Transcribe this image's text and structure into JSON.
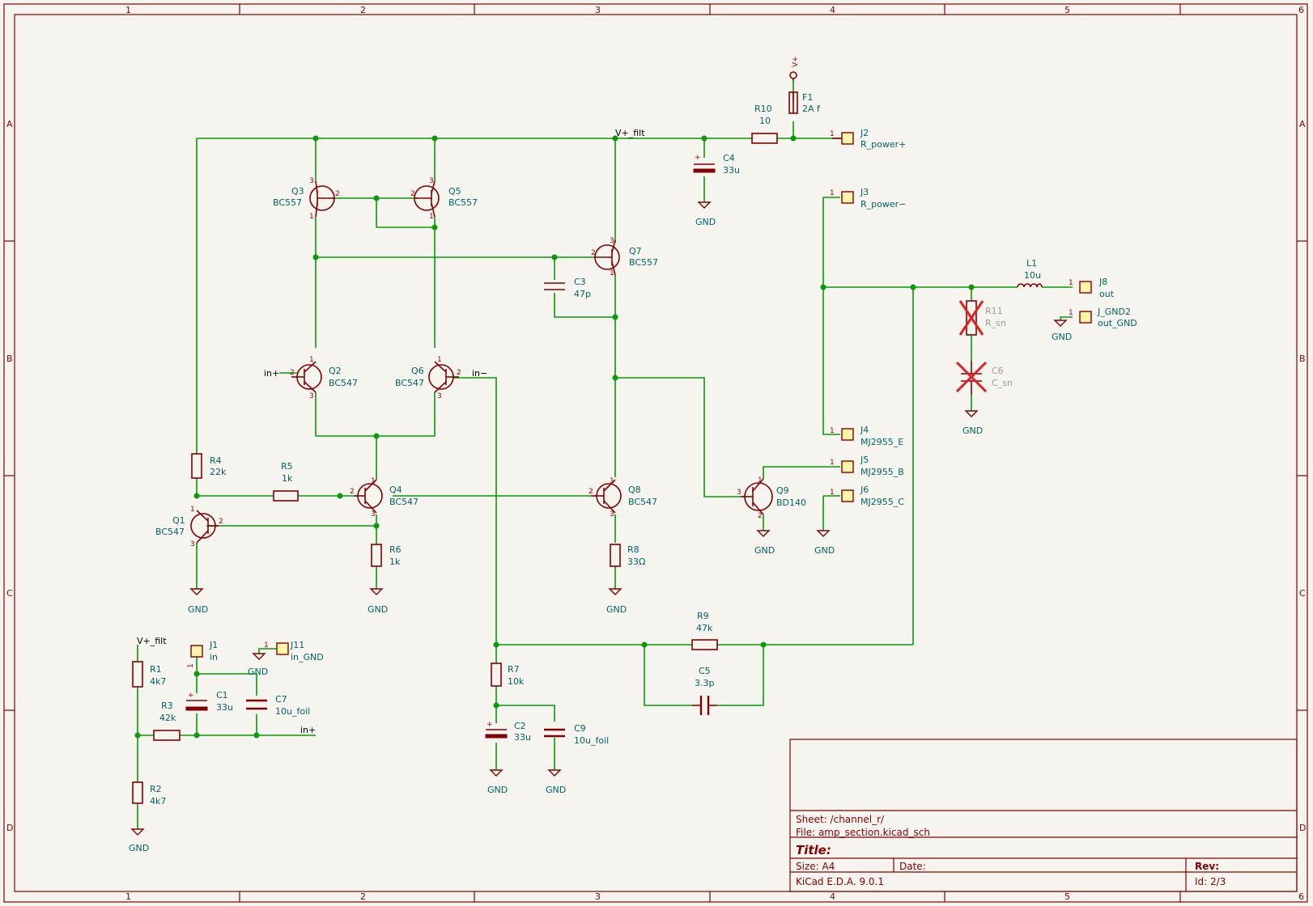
{
  "ruler": {
    "columns": [
      "1",
      "2",
      "3",
      "4",
      "5",
      "6"
    ],
    "rows": [
      "A",
      "B",
      "C",
      "D"
    ]
  },
  "title_block": {
    "sheet": "Sheet: /channel_r/",
    "file": "File: amp_section.kicad_sch",
    "title": "Title:",
    "size": "Size: A4",
    "date": "Date:",
    "rev": "Rev:",
    "tool": "KiCad E.D.A. 9.0.1",
    "id": "Id: 2/3"
  },
  "nets": {
    "vfilt_top": "V+_filt",
    "vfilt_left": "V+_filt",
    "in_plus_q2": "in+",
    "in_minus_q6": "in−",
    "in_plus_bottom": "in+",
    "vplus_power": "V+"
  },
  "components": {
    "q1": {
      "ref": "Q1",
      "value": "BC547"
    },
    "q2": {
      "ref": "Q2",
      "value": "BC547"
    },
    "q3": {
      "ref": "Q3",
      "value": "BC557"
    },
    "q4": {
      "ref": "Q4",
      "value": "BC547"
    },
    "q5": {
      "ref": "Q5",
      "value": "BC557"
    },
    "q6": {
      "ref": "Q6",
      "value": "BC547"
    },
    "q7": {
      "ref": "Q7",
      "value": "BC557"
    },
    "q8": {
      "ref": "Q8",
      "value": "BC547"
    },
    "q9": {
      "ref": "Q9",
      "value": "BD140"
    },
    "r1": {
      "ref": "R1",
      "value": "4k7"
    },
    "r2": {
      "ref": "R2",
      "value": "4k7"
    },
    "r3": {
      "ref": "R3",
      "value": "42k"
    },
    "r4": {
      "ref": "R4",
      "value": "22k"
    },
    "r5": {
      "ref": "R5",
      "value": "1k"
    },
    "r6": {
      "ref": "R6",
      "value": "1k"
    },
    "r7": {
      "ref": "R7",
      "value": "10k"
    },
    "r8": {
      "ref": "R8",
      "value": "33Ω"
    },
    "r9": {
      "ref": "R9",
      "value": "47k"
    },
    "r10": {
      "ref": "R10",
      "value": "10"
    },
    "r11": {
      "ref": "R11",
      "value": "R_sn"
    },
    "c1": {
      "ref": "C1",
      "value": "33u"
    },
    "c2": {
      "ref": "C2",
      "value": "33u"
    },
    "c3": {
      "ref": "C3",
      "value": "47p"
    },
    "c4": {
      "ref": "C4",
      "value": "33u"
    },
    "c5": {
      "ref": "C5",
      "value": "3.3p"
    },
    "c6": {
      "ref": "C6",
      "value": "C_sn"
    },
    "c7": {
      "ref": "C7",
      "value": "10u_foil"
    },
    "c9": {
      "ref": "C9",
      "value": "10u_foil"
    },
    "f1": {
      "ref": "F1",
      "value": "2A f"
    },
    "l1": {
      "ref": "L1",
      "value": "10u"
    },
    "j1": {
      "ref": "J1",
      "value": "in"
    },
    "j11": {
      "ref": "J11",
      "value": "in_GND"
    },
    "j2": {
      "ref": "J2",
      "value": "R_power+"
    },
    "j3": {
      "ref": "J3",
      "value": "R_power−"
    },
    "j4": {
      "ref": "J4",
      "value": "MJ2955_E"
    },
    "j5": {
      "ref": "J5",
      "value": "MJ2955_B"
    },
    "j6": {
      "ref": "J6",
      "value": "MJ2955_C"
    },
    "j8": {
      "ref": "J8",
      "value": "out"
    },
    "jgnd2": {
      "ref": "J_GND2",
      "value": "out_GND"
    }
  },
  "gnd_label": "GND",
  "colors": {
    "wire": "#079b07",
    "component": "#840000",
    "label": "#006464",
    "dnp_cross": "#e02020",
    "background": "#f5f4ef"
  }
}
